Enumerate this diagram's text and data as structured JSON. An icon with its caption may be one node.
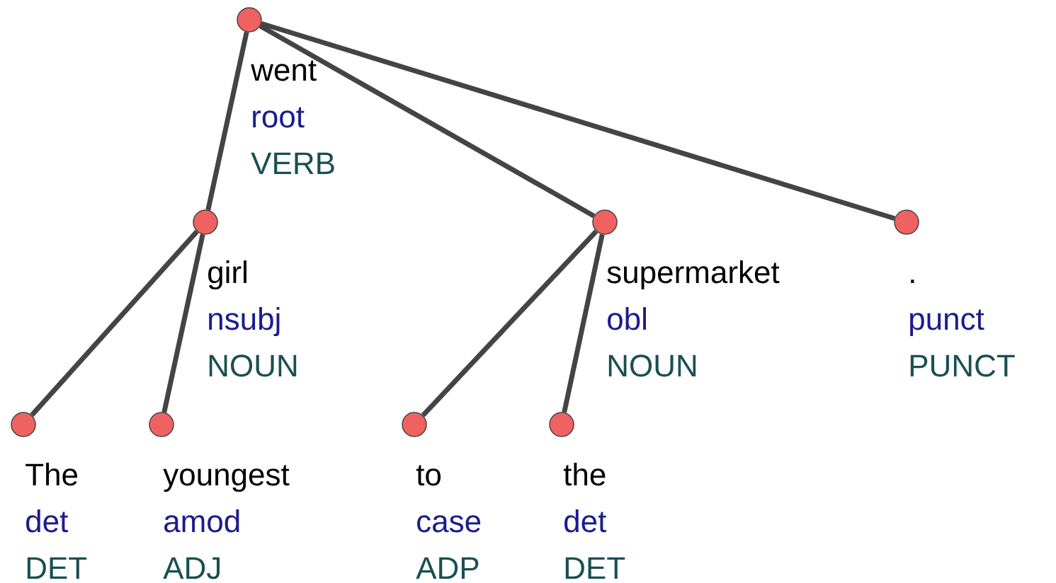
{
  "diagram": {
    "nodes": [
      {
        "text": [],
        "shape": "circle",
        "beside": [
          "went",
          "root",
          "VERB"
        ]
      },
      {
        "text": [],
        "shape": "circle",
        "beside": [
          "girl",
          "nsubj",
          "NOUN"
        ]
      },
      {
        "text": [],
        "shape": "circle",
        "beside": [
          "supermarket",
          "obl",
          "NOUN"
        ]
      },
      {
        "text": [],
        "shape": "circle",
        "beside": [
          ".",
          "punct",
          "PUNCT"
        ]
      },
      {
        "text": [],
        "shape": "circle",
        "beside": [
          "The",
          "det",
          "DET"
        ]
      },
      {
        "text": [],
        "shape": "circle",
        "beside": [
          "youngest",
          "amod",
          "ADJ"
        ]
      },
      {
        "text": [],
        "shape": "circle",
        "beside": [
          "to",
          "case",
          "ADP"
        ]
      },
      {
        "text": [],
        "shape": "circle",
        "beside": [
          "the",
          "det",
          "DET"
        ]
      }
    ],
    "edges": [
      {
        "from": 0,
        "to": 1,
        "arrow": "none"
      },
      {
        "from": 0,
        "to": 2,
        "arrow": "none"
      },
      {
        "from": 0,
        "to": 3,
        "arrow": "none"
      },
      {
        "from": 1,
        "to": 4,
        "arrow": "none"
      },
      {
        "from": 1,
        "to": 5,
        "arrow": "none"
      },
      {
        "from": 2,
        "to": 6,
        "arrow": "none"
      },
      {
        "from": 2,
        "to": 7,
        "arrow": "none"
      }
    ]
  }
}
